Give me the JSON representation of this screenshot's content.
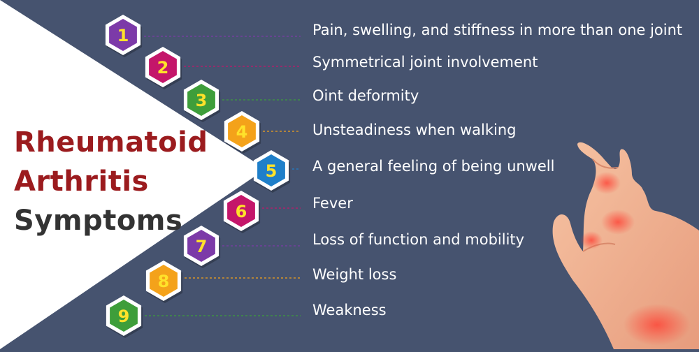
{
  "title": {
    "line1": "Rheumatoid",
    "line2": "Arthritis",
    "line3": "Symptoms"
  },
  "colors": {
    "background": "#46536f",
    "panel": "#ffffff",
    "title_red": "#9b1b1e",
    "title_dark": "#333333",
    "number": "#ffe22a"
  },
  "symptoms": [
    {
      "number": "1",
      "text": "Pain, swelling, and stiffness in more than one joint",
      "color": "#7c3aa8"
    },
    {
      "number": "2",
      "text": "Symmetrical joint involvement",
      "color": "#c4166a"
    },
    {
      "number": "3",
      "text": "Oint deformity",
      "color": "#3e9e3a"
    },
    {
      "number": "4",
      "text": "Unsteadiness when walking",
      "color": "#f4a21a"
    },
    {
      "number": "5",
      "text": "A general feeling of being unwell",
      "color": "#1f7fc9"
    },
    {
      "number": "6",
      "text": "Fever",
      "color": "#c4166a"
    },
    {
      "number": "7",
      "text": "Loss of function and mobility",
      "color": "#7c3aa8"
    },
    {
      "number": "8",
      "text": "Weight loss",
      "color": "#f4a21a"
    },
    {
      "number": "9",
      "text": "Weakness",
      "color": "#3e9e3a"
    }
  ],
  "illustration": "hand-with-inflamed-joints"
}
